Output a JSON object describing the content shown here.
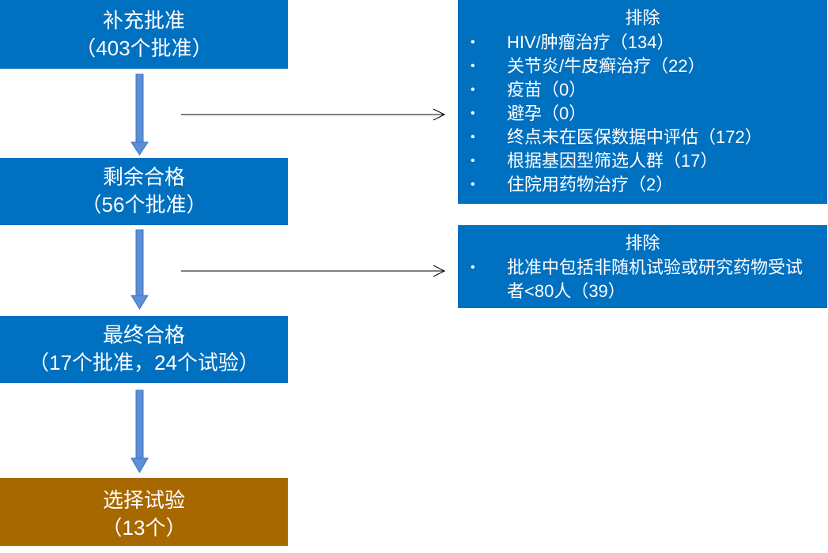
{
  "flow": [
    {
      "line1": "补充批准",
      "line2": "（403个批准）"
    },
    {
      "line1": "剩余合格",
      "line2": "（56个批准）"
    },
    {
      "line1": "最终合格",
      "line2": "（17个批准，24个试验）"
    },
    {
      "line1": "选择试验",
      "line2": "（13个）"
    }
  ],
  "exclusions": [
    {
      "title": "排除",
      "items": [
        "HIV/肿瘤治疗（134）",
        "关节炎/牛皮癣治疗（22）",
        "疫苗（0）",
        "避孕（0）",
        "终点未在医保数据中评估（172）",
        "根据基因型筛选人群（17）",
        "住院用药物治疗（2）"
      ]
    },
    {
      "title": "排除",
      "items": [
        "批准中包括非随机试验或研究药物受试者<80人（39）"
      ]
    }
  ],
  "colors": {
    "flow_box": "#0070c0",
    "final_box": "#a86800",
    "down_arrow": "#5b8fd6",
    "side_arrow": "#000000"
  }
}
